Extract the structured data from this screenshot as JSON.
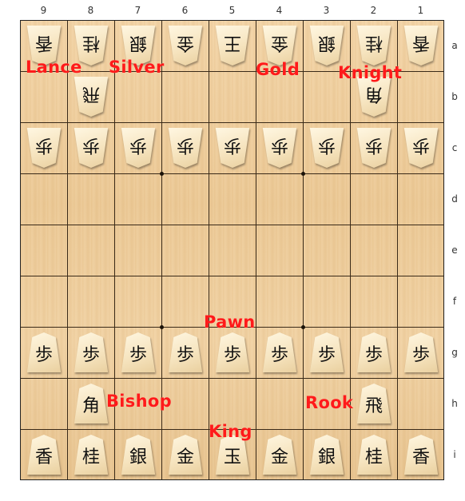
{
  "files": [
    "9",
    "8",
    "7",
    "6",
    "5",
    "4",
    "3",
    "2",
    "1"
  ],
  "ranks": [
    "a",
    "b",
    "c",
    "d",
    "e",
    "f",
    "g",
    "h",
    "i"
  ],
  "pieces": [
    {
      "kanji": "香",
      "gote": true
    },
    {
      "kanji": "桂",
      "gote": true
    },
    {
      "kanji": "銀",
      "gote": true
    },
    {
      "kanji": "金",
      "gote": true
    },
    {
      "kanji": "王",
      "gote": true
    },
    {
      "kanji": "金",
      "gote": true
    },
    {
      "kanji": "銀",
      "gote": true
    },
    {
      "kanji": "桂",
      "gote": true
    },
    {
      "kanji": "香",
      "gote": true
    },
    {
      "kanji": "飛",
      "gote": true
    },
    {
      "kanji": "角",
      "gote": true
    },
    {
      "kanji": "歩",
      "gote": true
    },
    {
      "kanji": "歩",
      "gote": true
    },
    {
      "kanji": "歩",
      "gote": true
    },
    {
      "kanji": "歩",
      "gote": true
    },
    {
      "kanji": "歩",
      "gote": true
    },
    {
      "kanji": "歩",
      "gote": true
    },
    {
      "kanji": "歩",
      "gote": true
    },
    {
      "kanji": "歩",
      "gote": true
    },
    {
      "kanji": "歩",
      "gote": true
    },
    {
      "kanji": "歩",
      "gote": false
    },
    {
      "kanji": "歩",
      "gote": false
    },
    {
      "kanji": "歩",
      "gote": false
    },
    {
      "kanji": "歩",
      "gote": false
    },
    {
      "kanji": "歩",
      "gote": false
    },
    {
      "kanji": "歩",
      "gote": false
    },
    {
      "kanji": "歩",
      "gote": false
    },
    {
      "kanji": "歩",
      "gote": false
    },
    {
      "kanji": "歩",
      "gote": false
    },
    {
      "kanji": "角",
      "gote": false
    },
    {
      "kanji": "飛",
      "gote": false
    },
    {
      "kanji": "香",
      "gote": false
    },
    {
      "kanji": "桂",
      "gote": false
    },
    {
      "kanji": "銀",
      "gote": false
    },
    {
      "kanji": "金",
      "gote": false
    },
    {
      "kanji": "玉",
      "gote": false
    },
    {
      "kanji": "金",
      "gote": false
    },
    {
      "kanji": "銀",
      "gote": false
    },
    {
      "kanji": "桂",
      "gote": false
    },
    {
      "kanji": "香",
      "gote": false
    }
  ],
  "annotations": {
    "lance": "Lance",
    "silver": "Silver",
    "gold": "Gold",
    "knight": "Knight",
    "pawn": "Pawn",
    "bishop": "Bishop",
    "rook": "Rook",
    "king": "King"
  },
  "colors": {
    "annotation": "#ff1a1a",
    "board": "#efcf9c",
    "grid": "#3a2a18"
  }
}
